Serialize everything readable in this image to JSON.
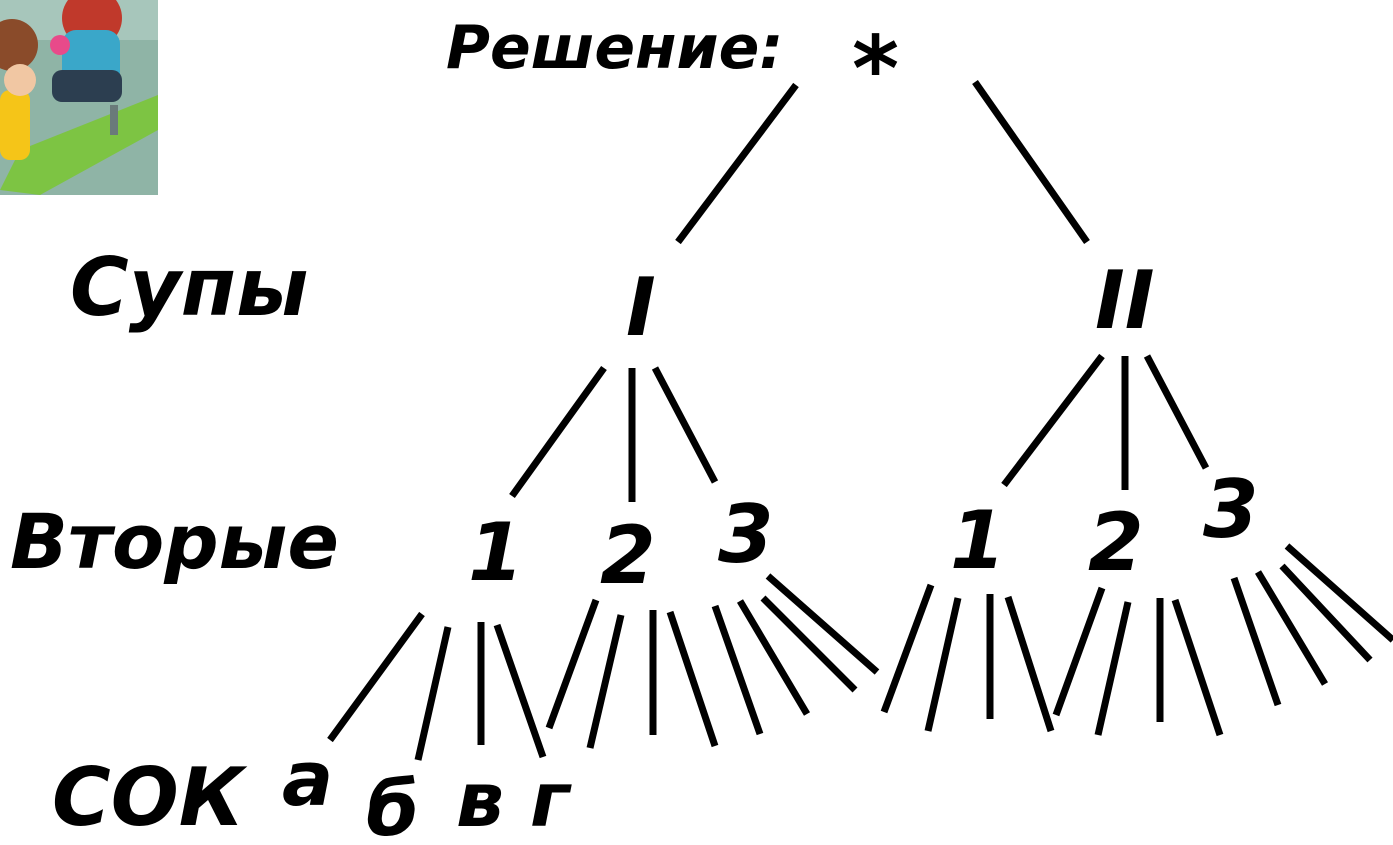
{
  "title": "Решение:",
  "root": "*",
  "level_labels": {
    "soups": "Супы",
    "seconds": "Вторые",
    "juice": "СОК"
  },
  "soup_nodes": [
    "I",
    "II"
  ],
  "second_nodes": [
    "1",
    "2",
    "3"
  ],
  "juice_nodes": [
    "а",
    "б",
    "в",
    "г"
  ],
  "colors": {
    "ink": "#000000",
    "background": "#ffffff"
  },
  "illustration": "children-at-table-clipart"
}
